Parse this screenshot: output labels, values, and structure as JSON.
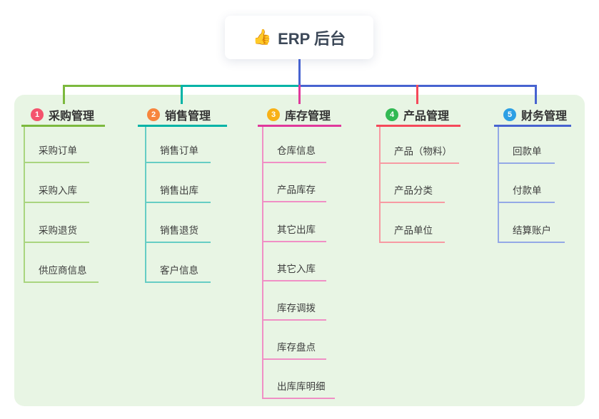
{
  "title": {
    "icon": "👍",
    "label": "ERP 后台"
  },
  "colors": {
    "page_bg": "#ffffff",
    "canvas_bg": "#e8f5e4",
    "trunk": "#4763d0",
    "title_text": "#3c4858",
    "heading_text": "#333333",
    "child_text": "#3d3d3d"
  },
  "branches": [
    {
      "num": "1",
      "label": "采购管理",
      "badge_color": "#f4536d",
      "line_color": "#7cb93e",
      "child_line_color": "#a9d57f",
      "children": [
        "采购订单",
        "采购入库",
        "采购退货",
        "供应商信息"
      ]
    },
    {
      "num": "2",
      "label": "销售管理",
      "badge_color": "#f7853d",
      "line_color": "#00b3a6",
      "child_line_color": "#66cdc4",
      "children": [
        "销售订单",
        "销售出库",
        "销售退货",
        "客户信息"
      ]
    },
    {
      "num": "3",
      "label": "库存管理",
      "badge_color": "#f8b117",
      "line_color": "#e0399c",
      "child_line_color": "#f08fc5",
      "children": [
        "仓库信息",
        "产品库存",
        "其它出库",
        "其它入库",
        "库存调拨",
        "库存盘点",
        "出库库明细"
      ]
    },
    {
      "num": "4",
      "label": "产品管理",
      "badge_color": "#32b953",
      "line_color": "#f5495a",
      "child_line_color": "#f79aa2",
      "children": [
        "产品（物料）",
        "产品分类",
        "产品单位"
      ]
    },
    {
      "num": "5",
      "label": "财务管理",
      "badge_color": "#2c9fe4",
      "line_color": "#4763d0",
      "child_line_color": "#94a9e6",
      "children": [
        "回款单",
        "付款单",
        "结算账户"
      ]
    }
  ]
}
